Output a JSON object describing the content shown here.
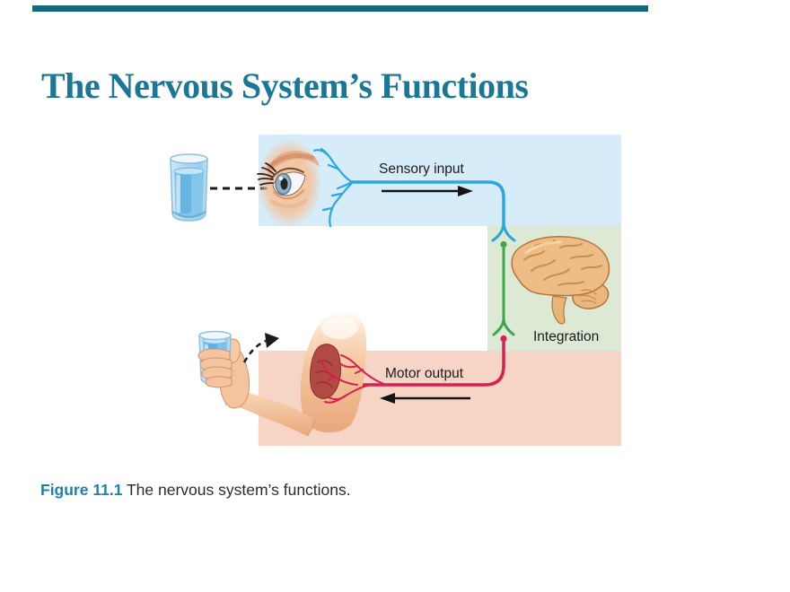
{
  "slide": {
    "title": "The Nervous System’s Functions",
    "caption": {
      "label": "Figure 11.1",
      "text": " The nervous system’s functions."
    },
    "accent_colors": {
      "title_teal": "#1a7797",
      "caption_teal": "#1f81a4",
      "top_bar_teal": "#156879"
    }
  },
  "figure": {
    "labels": {
      "sensory": "Sensory input",
      "integration": "Integration",
      "motor": "Motor output"
    },
    "panel_colors": {
      "sensory_bg": "#d6ecf8",
      "integration_bg": "#dbe9d5",
      "motor_bg": "#f7d5c6"
    },
    "pathway_colors": {
      "sensory_line": "#2ba6df",
      "integration_line": "#3aa84b",
      "motor_line": "#d9204e",
      "arrow_black": "#141414"
    },
    "icons": [
      "water-glass-icon",
      "eye-illustration",
      "brain-illustration",
      "arm-holding-glass-illustration",
      "dashed-gaze-line",
      "dashed-motion-arrow",
      "sensory-direction-arrow",
      "motor-direction-arrow"
    ]
  }
}
